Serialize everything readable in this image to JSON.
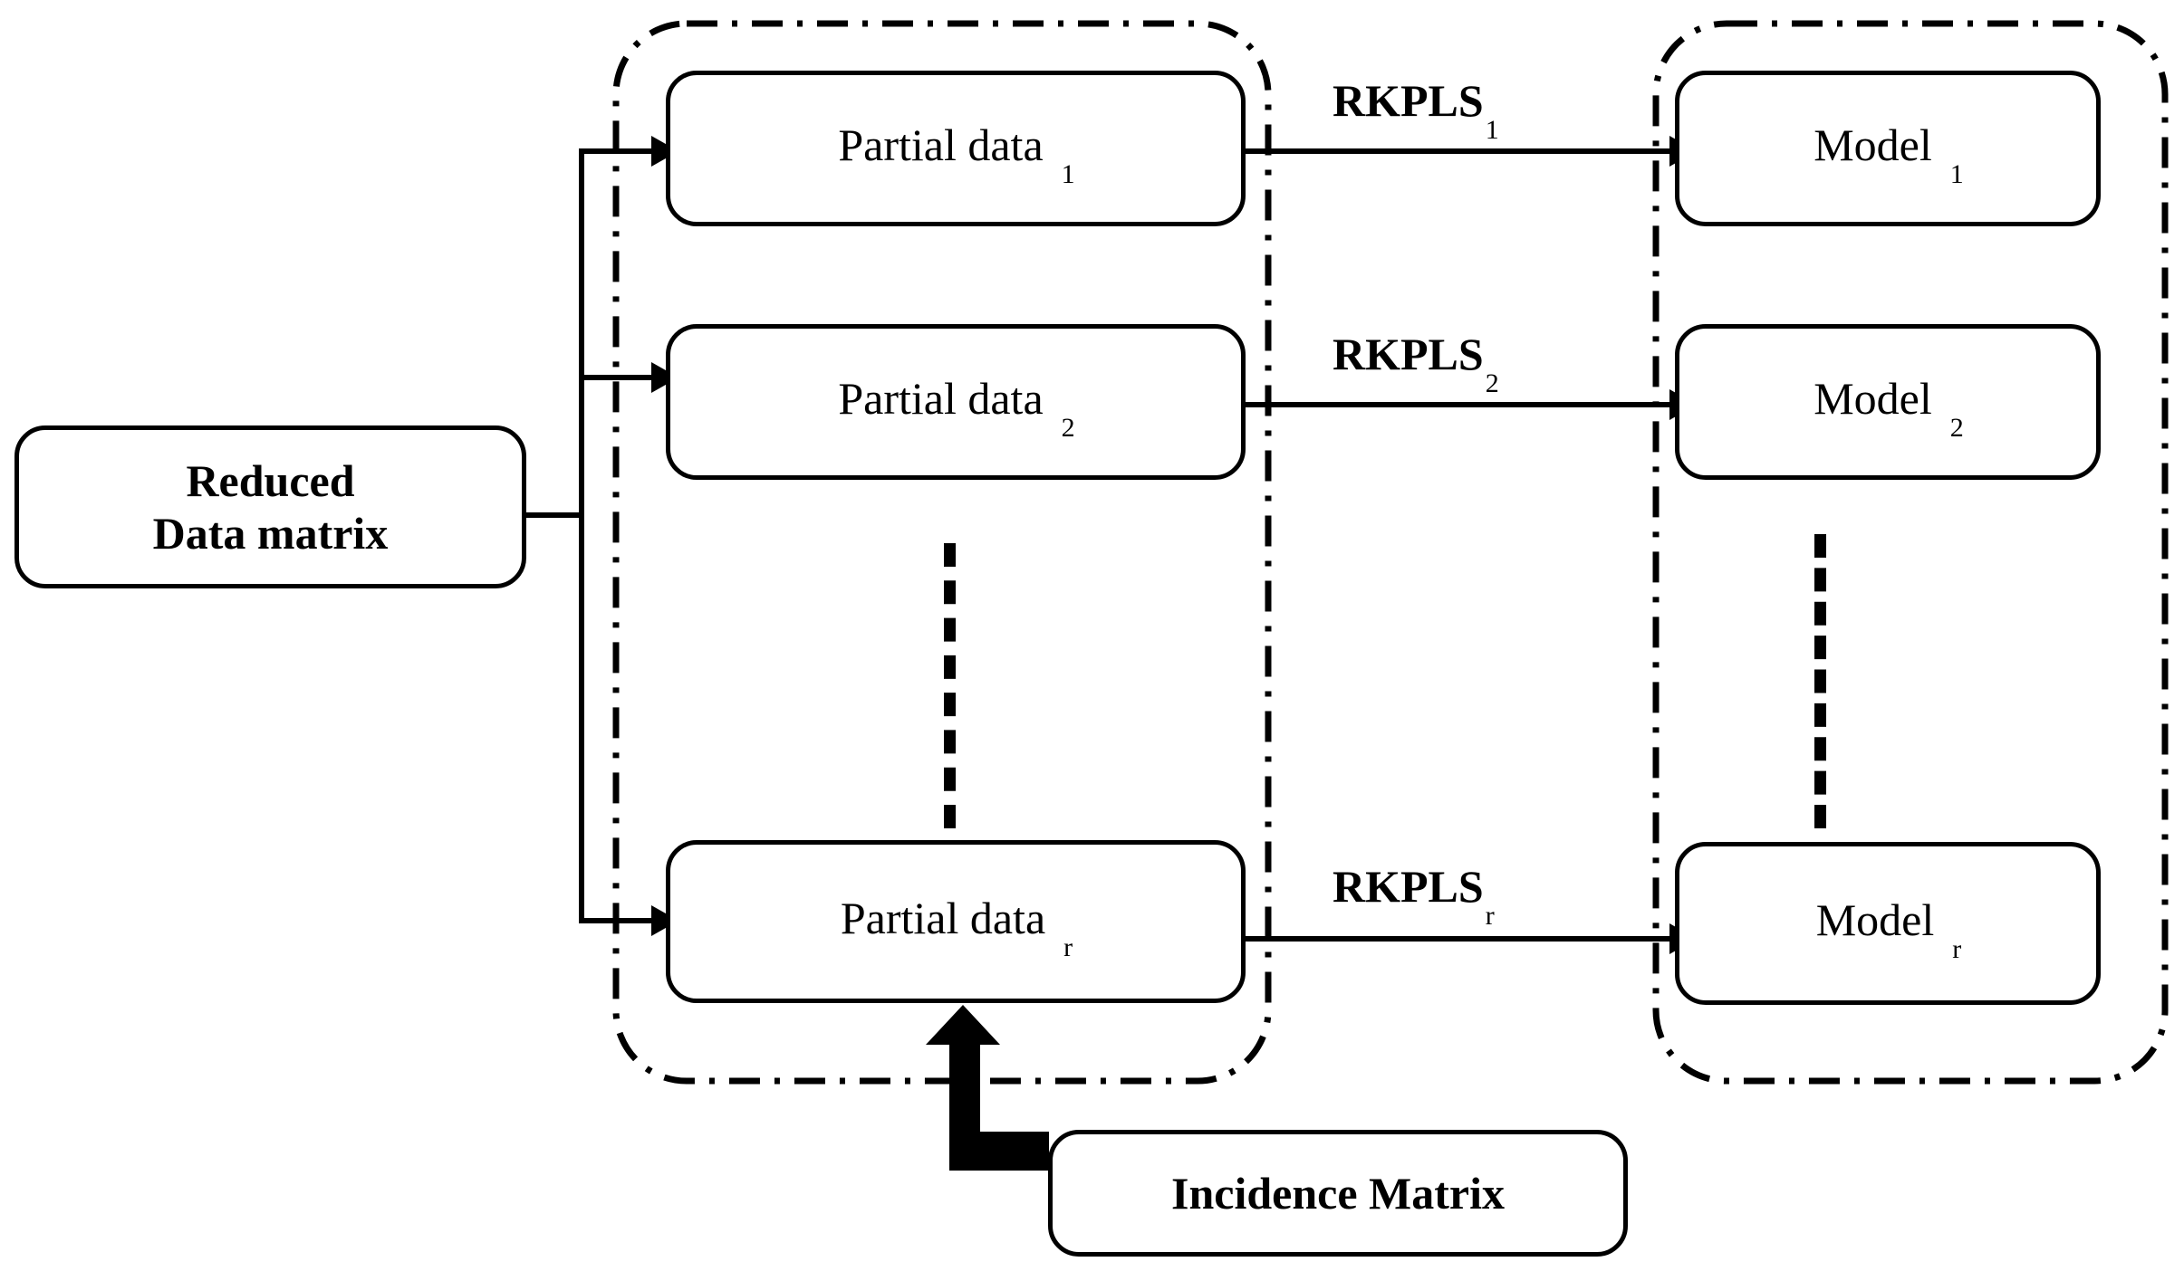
{
  "diagram": {
    "title": "RKPLS partial-model ensemble diagram",
    "colors": {
      "stroke": "#000000",
      "background": "#ffffff"
    },
    "input": {
      "line1": "Reduced",
      "line2": "Data matrix"
    },
    "partial_group": {
      "boxes": [
        {
          "text": "Partial data",
          "subscript": "1"
        },
        {
          "text": "Partial data",
          "subscript": "2"
        },
        {
          "text": "Partial data",
          "subscript": "r"
        }
      ],
      "ellipsis": "vertical-dashes"
    },
    "transforms": [
      {
        "text": "RKPLS",
        "subscript": "1"
      },
      {
        "text": "RKPLS",
        "subscript": "2"
      },
      {
        "text": "RKPLS",
        "subscript": "r"
      }
    ],
    "model_group": {
      "boxes": [
        {
          "text": "Model",
          "subscript": "1"
        },
        {
          "text": "Model",
          "subscript": "2"
        },
        {
          "text": "Model",
          "subscript": "r"
        }
      ],
      "ellipsis": "vertical-dashes"
    },
    "incidence": {
      "label": "Incidence Matrix"
    }
  }
}
